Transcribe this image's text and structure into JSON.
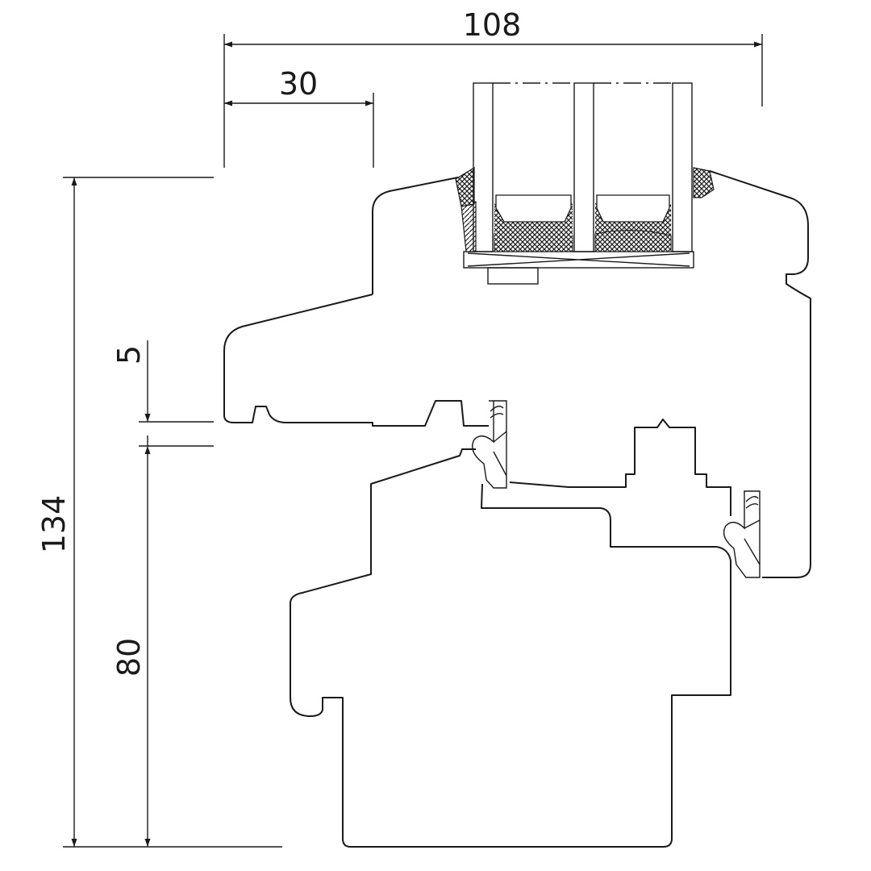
{
  "dimensions": {
    "overall_width": "108",
    "offset_width": "30",
    "overall_height": "134",
    "gap": "5",
    "frame_height": "80"
  },
  "colors": {
    "line": "#1a1a1a",
    "background": "#ffffff"
  }
}
